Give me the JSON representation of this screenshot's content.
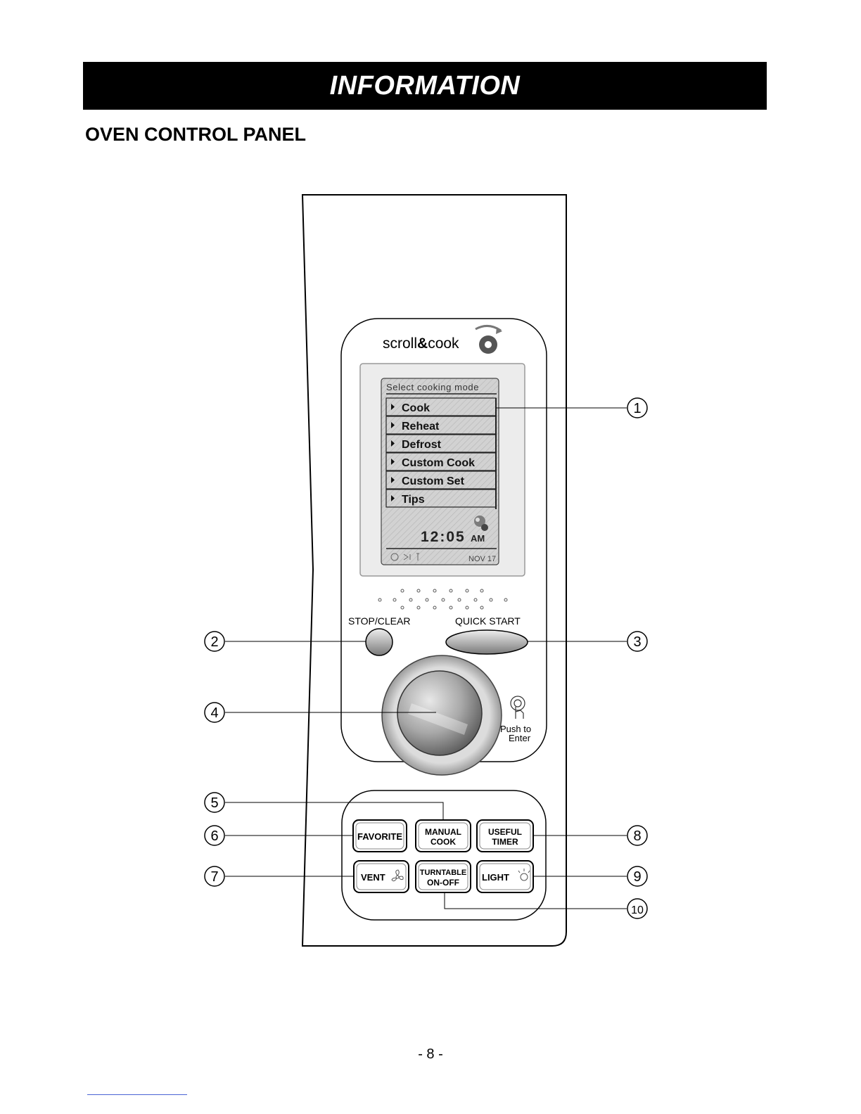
{
  "header": {
    "banner_title": "INFORMATION",
    "section_title": "OVEN CONTROL PANEL"
  },
  "panel": {
    "brand": {
      "word1": "scroll",
      "amp": "&",
      "word2": "cook"
    },
    "display": {
      "heading": "Select cooking mode",
      "menu_items": [
        "Cook",
        "Reheat",
        "Defrost",
        "Custom Cook",
        "Custom Set",
        "Tips"
      ],
      "clock_time": "12:05",
      "clock_ampm": "AM",
      "date": "NOV 17"
    },
    "stop_clear_label": "STOP/CLEAR",
    "quick_start_label": "QUICK START",
    "push_to_enter_line1": "Push to",
    "push_to_enter_line2": "Enter",
    "buttons": {
      "favorite": "FAVORITE",
      "manual_line1": "MANUAL",
      "manual_line2": "COOK",
      "useful_line1": "USEFUL",
      "useful_line2": "TIMER",
      "vent": "VENT",
      "turntable_line1": "TURNTABLE",
      "turntable_line2": "ON-OFF",
      "light": "LIGHT"
    }
  },
  "callouts": [
    "1",
    "2",
    "3",
    "4",
    "5",
    "6",
    "7",
    "8",
    "9",
    "10"
  ],
  "page_number": "- 8 -"
}
